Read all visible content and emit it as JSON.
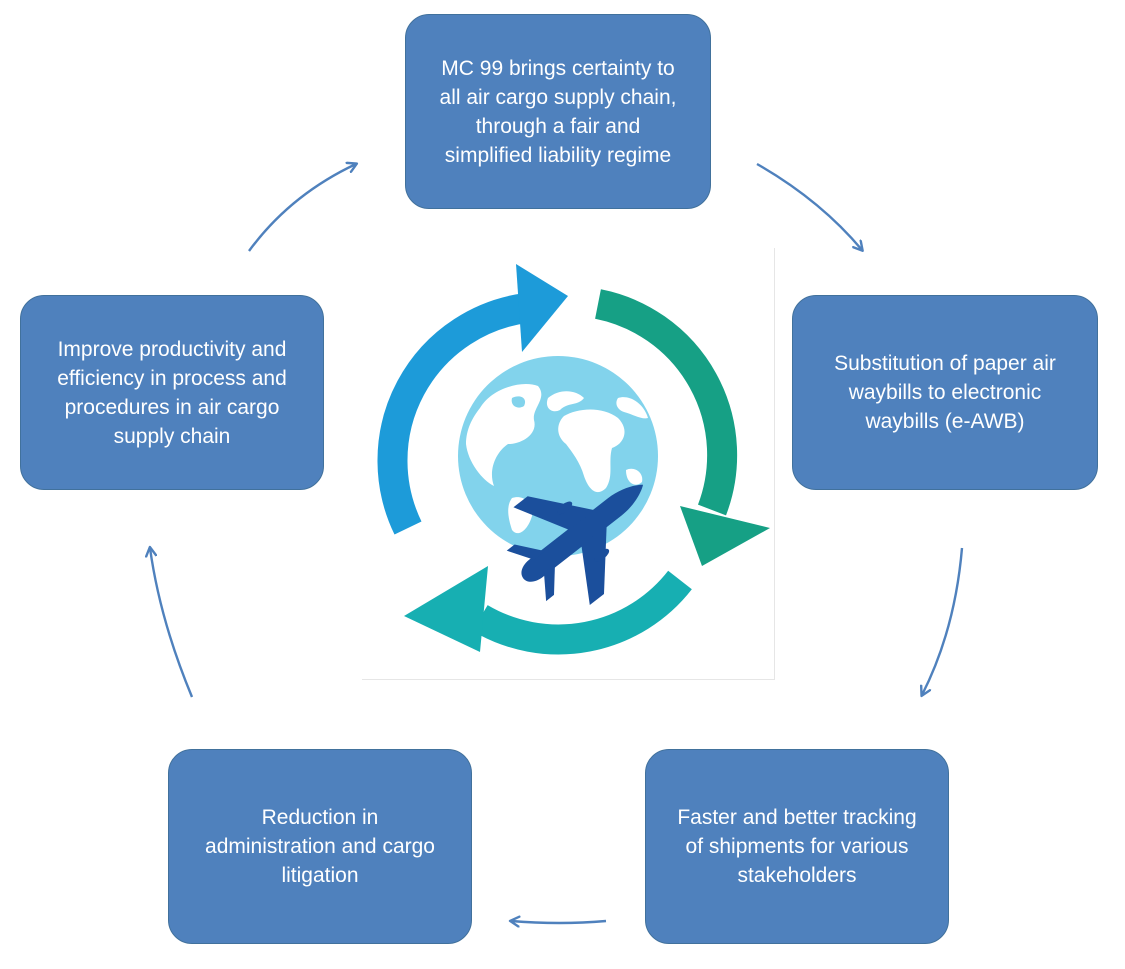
{
  "colors": {
    "box_fill": "#4F81BD",
    "box_border": "#41719C",
    "connector": "#4F81BD",
    "arrow_blue": "#1D9BD9",
    "arrow_green": "#16A085",
    "arrow_teal": "#17AFB2",
    "globe_ocean": "#82D3EC",
    "globe_land": "#FFFFFF",
    "plane": "#1B4F9C"
  },
  "boxes": {
    "top": "MC 99 brings certainty to\nall air cargo supply chain,\nthrough  a fair and\nsimplified liability regime",
    "right": "Substitution  of paper air\nwaybills to electronic\nwaybills (e-AWB)",
    "bottom_right": "Faster and better tracking\nof shipments for various\nstakeholders",
    "bottom_left": "Reduction in\nadministration and cargo\nlitigation",
    "left": "Improve productivity and\nefficiency in process and\nprocedures in air cargo\nsupply chain"
  },
  "icons": {
    "cycle": "recycle-arrows-icon",
    "globe": "globe-icon",
    "plane": "airplane-icon"
  }
}
